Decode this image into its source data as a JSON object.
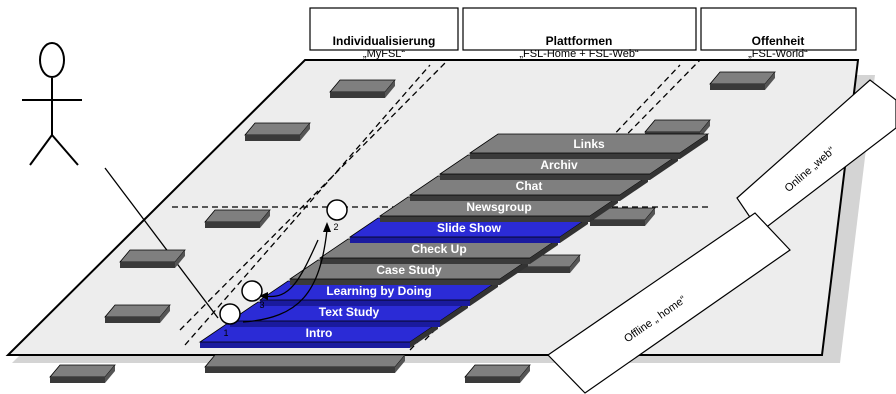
{
  "headers": [
    {
      "title": "Individualisierung",
      "subtitle": "„MyFSL“"
    },
    {
      "title": "Plattformen",
      "subtitle": "„FSL-Home + FSL-Web“"
    },
    {
      "title": "Offenheit",
      "subtitle": "„FSL-World“"
    }
  ],
  "side_labels": {
    "web": "Online „web“",
    "home": "Offline „ home“"
  },
  "steps": [
    {
      "label": "Intro",
      "highlighted": true
    },
    {
      "label": "Text Study",
      "highlighted": true
    },
    {
      "label": "Learning by Doing",
      "highlighted": true
    },
    {
      "label": "Case Study",
      "highlighted": false
    },
    {
      "label": "Check Up",
      "highlighted": false
    },
    {
      "label": "Slide Show",
      "highlighted": true
    },
    {
      "label": "Newsgroup",
      "highlighted": false
    },
    {
      "label": "Chat",
      "highlighted": false
    },
    {
      "label": "Archiv",
      "highlighted": false
    },
    {
      "label": "Links",
      "highlighted": false
    }
  ],
  "markers": [
    "1",
    "2",
    "3"
  ],
  "colors": {
    "highlight": "#2b2bd6",
    "platform": "#7f7f7f",
    "platform_dark": "#3a3a3a",
    "plane": "#ececec",
    "shadow": "#d0d0d0"
  },
  "icons": {
    "user": "stick-figure-icon"
  }
}
